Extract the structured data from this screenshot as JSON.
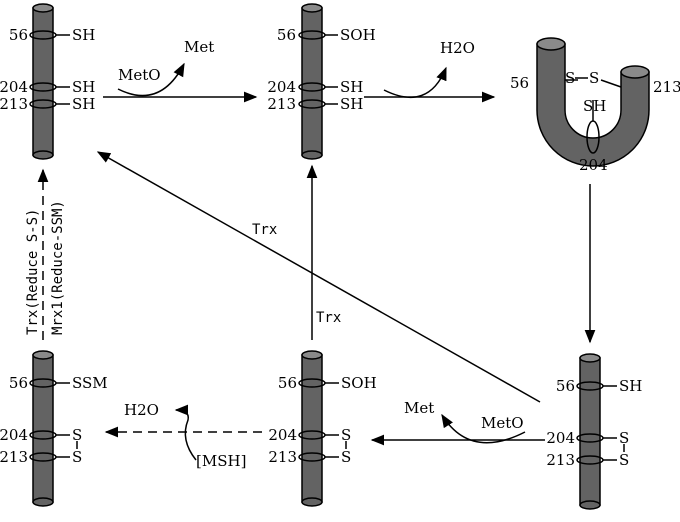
{
  "colors": {
    "cylinder": "#636363",
    "cylinder_top": "#8a8a8a",
    "line": "#000000"
  },
  "states": {
    "s1": {
      "r56": "56",
      "g56": "SH",
      "r204": "204",
      "g204": "SH",
      "r213": "213",
      "g213": "SH"
    },
    "s2": {
      "r56": "56",
      "g56": "SOH",
      "r204": "204",
      "g204": "SH",
      "r213": "213",
      "g213": "SH"
    },
    "s3": {
      "r56": "56",
      "g56": "S",
      "ss_bond": "S",
      "r213": "213",
      "g204": "SH",
      "r204": "204"
    },
    "s4": {
      "r56": "56",
      "g56": "SH",
      "r204": "204",
      "g204": "S",
      "r213": "213",
      "g213": "S"
    },
    "s5": {
      "r56": "56",
      "g56": "SOH",
      "r204": "204",
      "g204": "S",
      "r213": "213",
      "g213": "S"
    },
    "s6": {
      "r56": "56",
      "g56": "SSM",
      "r204": "204",
      "g204": "S",
      "r213": "213",
      "g213": "S"
    }
  },
  "arrows": {
    "a1": {
      "in": "MetO",
      "out": "Met"
    },
    "a2": {
      "out": "H2O"
    },
    "a4": {
      "in": "MetO",
      "out": "Met"
    },
    "a5": {
      "in": "[MSH]",
      "out": "H2O"
    },
    "trx_diag": "Trx",
    "trx_up": "Trx",
    "trx_left_1": "Trx(Reduce S-S)",
    "trx_left_2": "Mrx1(Reduce-SSM)"
  }
}
